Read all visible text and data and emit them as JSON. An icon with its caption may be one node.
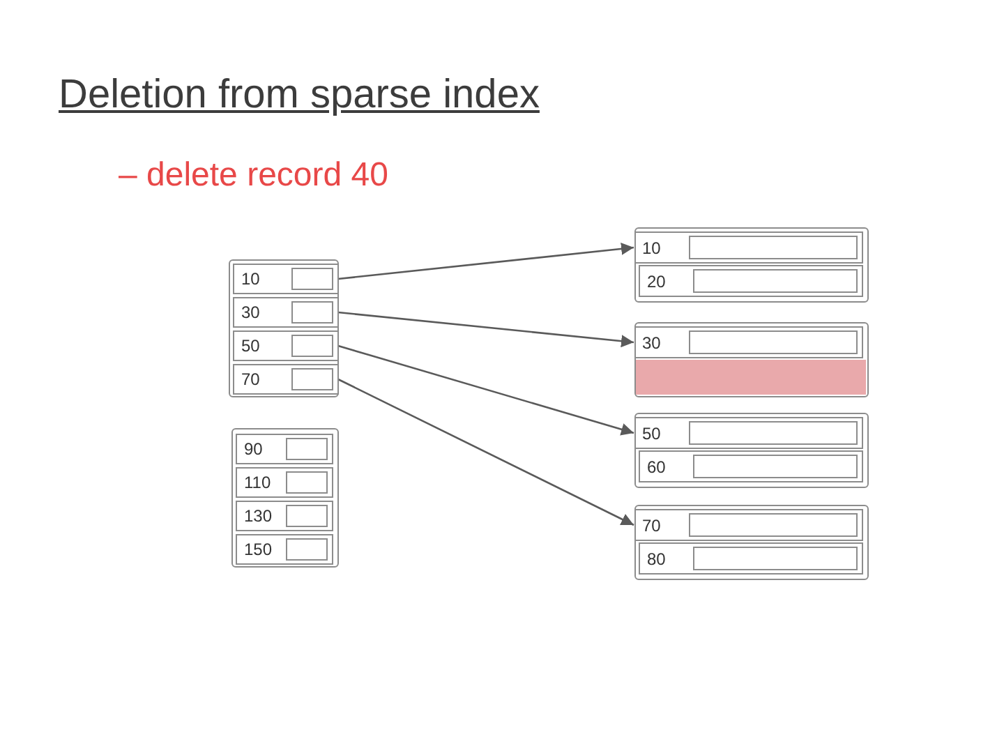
{
  "diagram": {
    "title": "Deletion from sparse index",
    "nodes": [
      {
        "text": [],
        "shape": "box"
      },
      {
        "text": [
          "10"
        ],
        "in": 0
      },
      {
        "text": [
          "30"
        ],
        "in": 0
      },
      {
        "text": [
          "50"
        ],
        "in": 0
      },
      {
        "text": [
          "70"
        ],
        "in": 0
      },
      {
        "text": [],
        "shape": "box"
      },
      {
        "text": [
          "90"
        ],
        "in": 5
      },
      {
        "text": [
          "110"
        ],
        "in": 5
      },
      {
        "text": [
          "130"
        ],
        "in": 5
      },
      {
        "text": [
          "150"
        ],
        "in": 5
      },
      {
        "text": [],
        "shape": "box"
      },
      {
        "text": [
          "10"
        ],
        "in": 10
      },
      {
        "text": [
          "20"
        ],
        "in": 10
      },
      {
        "text": [],
        "shape": "box"
      },
      {
        "text": [
          "30"
        ],
        "in": 13
      },
      {
        "text": [],
        "shape": "bar",
        "in": 13
      },
      {
        "text": [],
        "shape": "box"
      },
      {
        "text": [
          "50"
        ],
        "in": 16
      },
      {
        "text": [
          "60"
        ],
        "in": 16
      },
      {
        "text": [],
        "shape": "box"
      },
      {
        "text": [
          "70"
        ],
        "in": 19
      },
      {
        "text": [
          "80"
        ],
        "in": 19
      }
    ],
    "edges": [
      {
        "from": 1,
        "to": 11,
        "arrow": "to"
      },
      {
        "from": 2,
        "to": 14,
        "arrow": "to"
      },
      {
        "from": 3,
        "to": 17,
        "arrow": "to"
      },
      {
        "from": 4,
        "to": 20,
        "arrow": "to"
      }
    ],
    "labels": [
      "– delete record 40"
    ]
  }
}
